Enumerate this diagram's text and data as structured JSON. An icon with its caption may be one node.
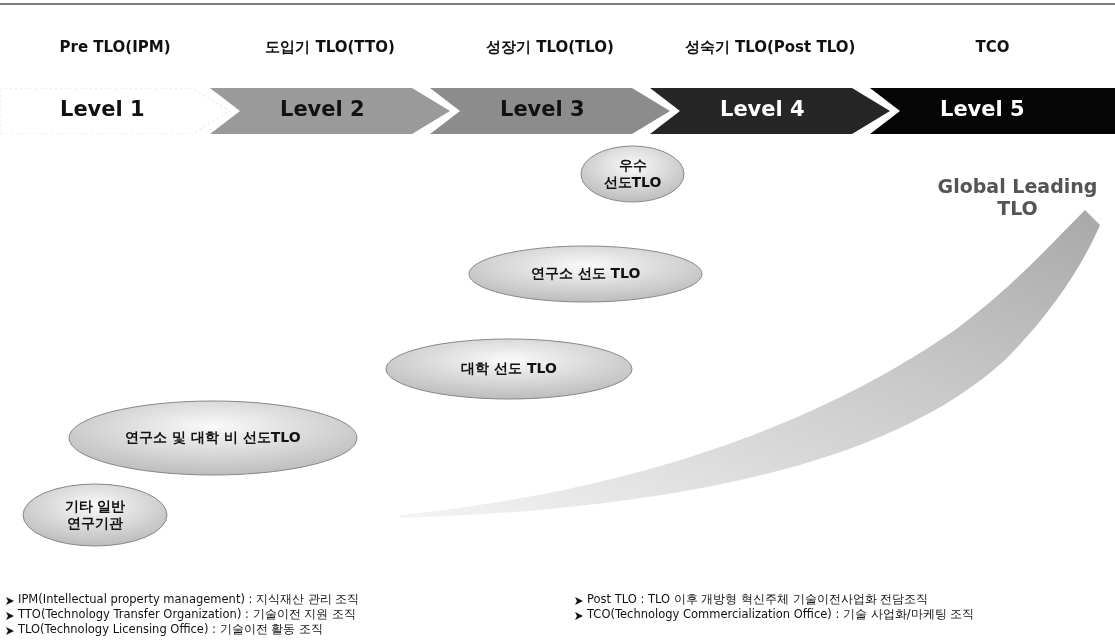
{
  "diagram": {
    "nodes": [
      {
        "text": [
          "Pre TLO(IPM)",
          "Level 1"
        ]
      },
      {
        "text": [
          "도입기 TLO(TTO)",
          "Level 2"
        ]
      },
      {
        "text": [
          "성장기 TLO(TLO)",
          "Level 3"
        ]
      },
      {
        "text": [
          "성숙기 TLO(Post TLO)",
          "Level 4"
        ]
      },
      {
        "text": [
          "TCO",
          "Level 5"
        ]
      },
      {
        "text": [
          "우수 선도TLO"
        ]
      },
      {
        "text": [
          "연구소 선도 TLO"
        ]
      },
      {
        "text": [
          "대학 선도 TLO"
        ]
      },
      {
        "text": [
          "연구소 및 대학 비 선도TLO"
        ]
      },
      {
        "text": [
          "기타 일반 연구기관"
        ]
      }
    ],
    "labels": [
      "Global Leading TLO",
      "IPM(Intellectual property management) : 지식재산 관리 조직",
      "TTO(Technology Transfer Organization) : 기술이전 지원 조직",
      "TLO(Technology Licensing Office) : 기술이전 활동 조직",
      "Post TLO : TLO 이후 개방형 혁신주체 기술이전사업화 전담조직",
      "TCO(Technology Commercialization  Office) : 기술 사업화/마케팅 조직"
    ]
  }
}
